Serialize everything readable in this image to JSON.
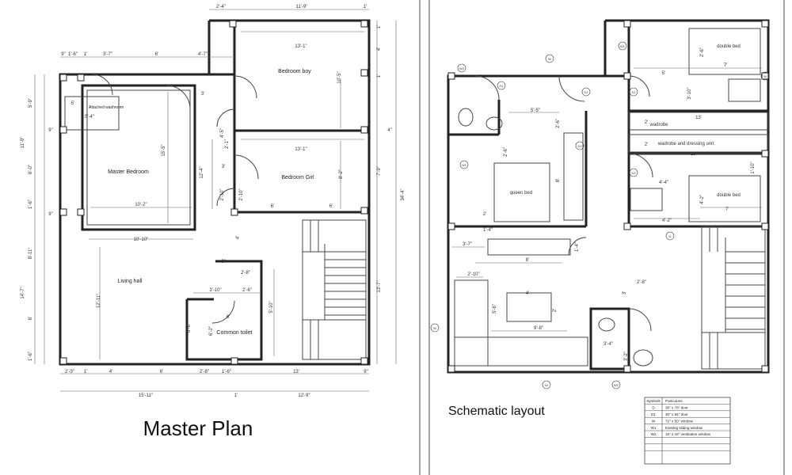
{
  "master": {
    "title": "Master Plan",
    "rooms": {
      "attached_washroom": "Attached washroom",
      "master_bedroom": "Master Bedroom",
      "bedroom_boy": "Bedroom boy",
      "bedroom_girl": "Bedroom Girl",
      "living_hall": "Living hall",
      "common_toilet": "Common toilet"
    },
    "dims": {
      "top1": "2'-4\"",
      "top2": "11'-9\"",
      "top3": "1'",
      "row2a": "9\"",
      "row2b": "1'-6\"",
      "row2c": "1'",
      "row2d": "3'-7\"",
      "row2e": "6'",
      "row2f": "4'-7\"",
      "boy_w": "13'-1\"",
      "boy_h": "10'-5\"",
      "girl_w": "13'-1\"",
      "girl_h": "8'-2\"",
      "mb_w": "10'-2\"",
      "mb_h": "15'-5\"",
      "mb_h2": "12'-4\"",
      "wash_w": "5'-4\"",
      "wash_h": "5'",
      "hall_w": "10'-10\"",
      "hall_h": "12'-11\"",
      "left1": "5'-9\"",
      "left2": "11'-9\"",
      "left3": "6'-0\"",
      "left4": "1'-6\"",
      "left5": "8'-11\"",
      "left6": "14'-7\"",
      "left7": "6'",
      "left8": "1'-6\"",
      "right1": "1'",
      "right2": "4'",
      "right3": "1'",
      "right4": "4\"",
      "right5": "7'-9\"",
      "right6": "34'-4\"",
      "right7": "13'-7\"",
      "mid1": "3'",
      "mid2": "4'-5\"",
      "mid3": "2'-1\"",
      "mid4": "3'",
      "mid5": "2'-10\"",
      "mid6": "2'-10\"",
      "mid7": "6'",
      "mid8": "6'",
      "mid9": "4'",
      "mid10": "9\"",
      "toilet_w": "3'-10\"",
      "toilet_a": "2'-6\"",
      "toilet_b": "2'-8\"",
      "toilet_c": "6'",
      "toilet_d": "6'-6\"",
      "toilet_e": "6'-2\"",
      "toilet_f": "5'-10\"",
      "bot1": "2'-3\"",
      "bot2": "1'",
      "bot3": "4'",
      "bot4": "6'",
      "bot5": "2'-8\"",
      "bot6": "1'-6\"",
      "bot7": "13'",
      "bot8": "9\"",
      "tot1": "15'-11\"",
      "tot2": "1'",
      "tot3": "12'-9\"",
      "d1": "9\"",
      "d2": "9\""
    }
  },
  "schematic": {
    "title": "Schematic layout",
    "labels": {
      "double_bed_1": "double bed",
      "double_bed_2": "double bed",
      "queen_bed": "queen bed",
      "wadrobe": "wadrobe",
      "wadrobe_dressing": "wadrobe and dressing unit"
    },
    "dims": {
      "a1": "2'-6\"",
      "a2": "7'",
      "a3": "5'",
      "a4": "3'-10\"",
      "b1": "5'-5\"",
      "b2": "2'-6\"",
      "b3": "13'",
      "b4": "2'",
      "b5": "13'",
      "b6": "2'",
      "c1": "2'-6\"",
      "c2": "8'",
      "c3": "1'-10\"",
      "c4": "4'-4\"",
      "c5": "4'-2\"",
      "c6": "7'",
      "c7": "4'-2\"",
      "d1": "2'",
      "d2": "1'-4\"",
      "d3": "1'-4\"",
      "d4": "3'-7\"",
      "d5": "8'",
      "e1": "2'-10\"",
      "e2": "4'",
      "e3": "5'-6\"",
      "e4": "2'",
      "e5": "9'-8\"",
      "e6": "2'-8\"",
      "e7": "3'",
      "e8": "3'-4\"",
      "e9": "3'-2\""
    },
    "markers": {
      "w1": "W1",
      "w2": "W2",
      "w3": "W3",
      "d": "D",
      "d1": "D1",
      "w": "W"
    },
    "legend": {
      "headers": [
        "Symbols",
        "Particulars"
      ],
      "rows": [
        [
          "D",
          "36\" x 78\" door"
        ],
        [
          "D1",
          "30\" x 84\" door"
        ],
        [
          "W",
          "72\" x 50\" window"
        ],
        [
          "W1",
          "Existing sliding window"
        ],
        [
          "W2",
          "15\" x 18\" ventilation window"
        ],
        [
          "",
          ""
        ],
        [
          "",
          ""
        ],
        [
          "",
          ""
        ]
      ]
    }
  }
}
